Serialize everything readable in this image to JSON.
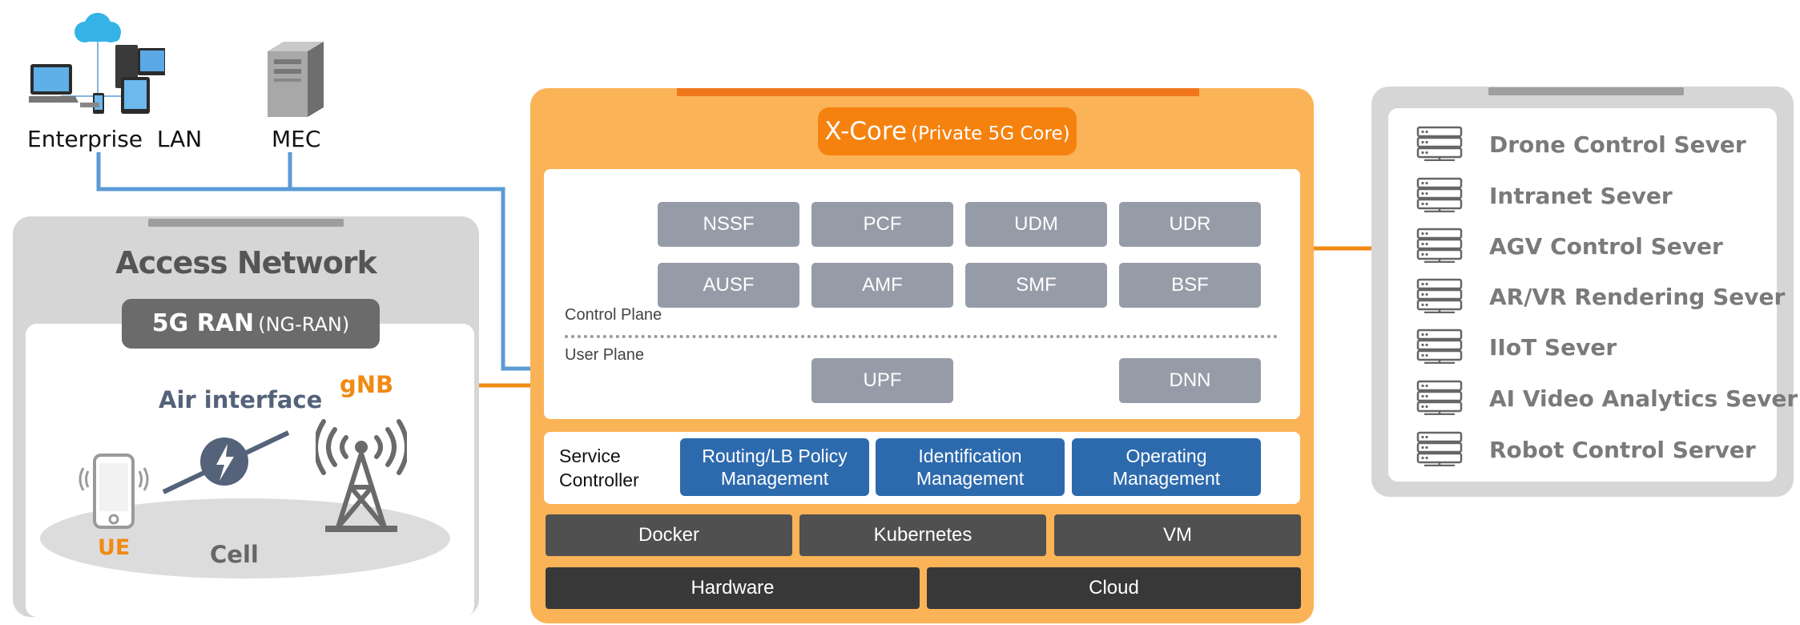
{
  "top_nodes": {
    "enterprise_lan": "Enterprise  LAN",
    "mec": "MEC"
  },
  "access_network": {
    "title": "Access Network",
    "ran_main": "5G RAN",
    "ran_sub": "(NG-RAN)",
    "air_interface": "Air interface",
    "gnb": "gNB",
    "ue": "UE",
    "cell": "Cell"
  },
  "xcore": {
    "title_main": "X-Core",
    "title_sub": "(Private 5G Core)",
    "control_plane_label": "Control Plane",
    "user_plane_label": "User Plane",
    "control_functions": [
      [
        "NSSF",
        "PCF",
        "UDM",
        "UDR"
      ],
      [
        "AUSF",
        "AMF",
        "SMF",
        "BSF"
      ]
    ],
    "user_functions": [
      "UPF",
      "DNN"
    ],
    "service_controller_label": [
      "Service",
      "Controller"
    ],
    "services": [
      [
        "Routing/LB Policy",
        "Management"
      ],
      [
        "Identification",
        "Management"
      ],
      [
        "Operating",
        "Management"
      ]
    ],
    "runtime": [
      "Docker",
      "Kubernetes",
      "VM"
    ],
    "infra": [
      "Hardware",
      "Cloud"
    ]
  },
  "servers": [
    "Drone Control Sever",
    "Intranet Sever",
    "AGV Control Sever",
    "AR/VR Rendering Sever",
    "IIoT Sever",
    "AI Video Analytics Sever",
    "Robot Control Server"
  ],
  "colors": {
    "orange": "#f08a13",
    "blue_link": "#5b9bd5",
    "nf_gray": "#969ca7",
    "service_blue": "#2d6aad",
    "core_bg": "#fbb357"
  },
  "icons": [
    "cloud-network-icon",
    "server-tower-icon",
    "smartphone-icon",
    "lightning-icon",
    "antenna-tower-icon",
    "rack-server-icon"
  ]
}
